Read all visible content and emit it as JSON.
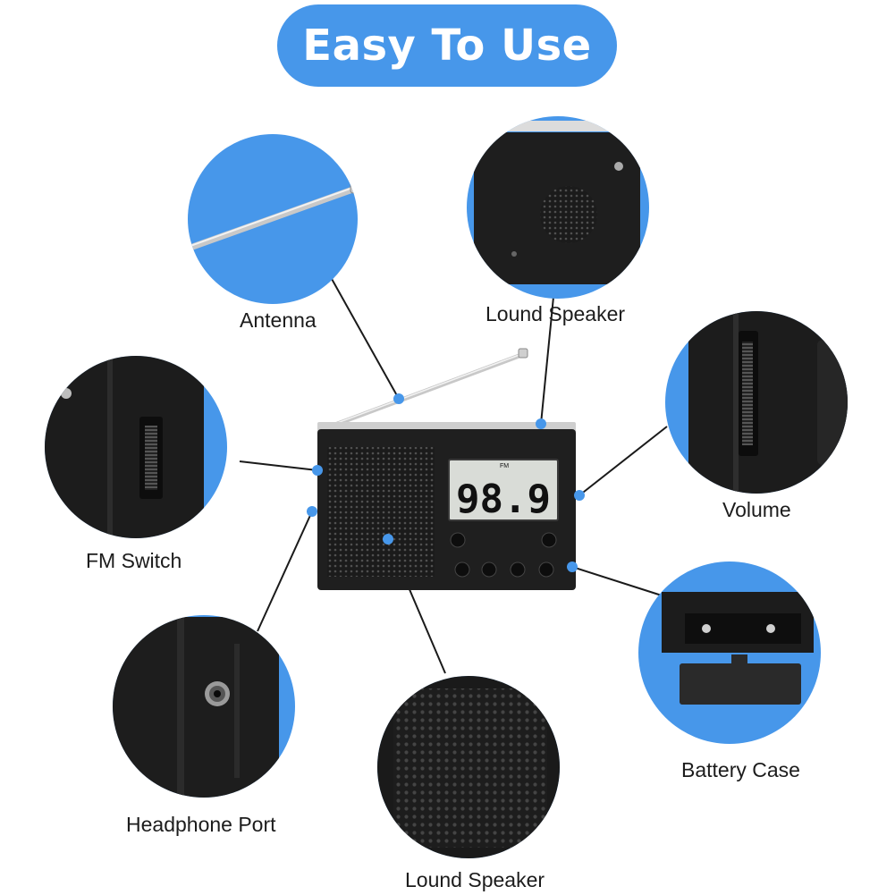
{
  "header": {
    "title": "Easy To Use"
  },
  "labels": {
    "antenna": "Antenna",
    "speaker_top": "Lound Speaker",
    "volume": "Volume",
    "fm_switch": "FM Switch",
    "headphone_port": "Headphone Port",
    "battery_case": "Battery Case",
    "speaker_bottom": "Lound Speaker"
  },
  "display": {
    "frequency": "98.9",
    "band": "FM"
  },
  "colors": {
    "accent": "#4797ea",
    "device": "#1f1f1f",
    "lcd": "#d9dcd7"
  }
}
